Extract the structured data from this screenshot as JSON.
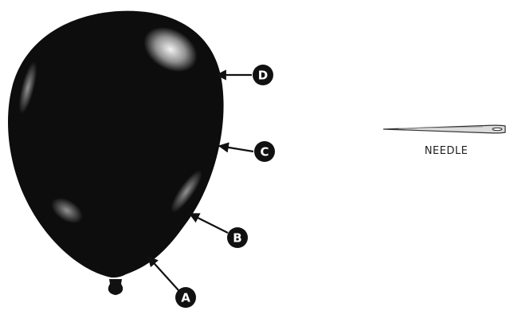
{
  "callouts": [
    {
      "id": "A",
      "label": "A"
    },
    {
      "id": "B",
      "label": "B"
    },
    {
      "id": "C",
      "label": "C"
    },
    {
      "id": "D",
      "label": "D"
    }
  ],
  "needle": {
    "label": "NEEDLE"
  },
  "colors": {
    "balloon": "#0d0d0d",
    "highlight": "#ffffff",
    "arrow": "#111111",
    "badge": "#111111",
    "background": "#ffffff"
  }
}
